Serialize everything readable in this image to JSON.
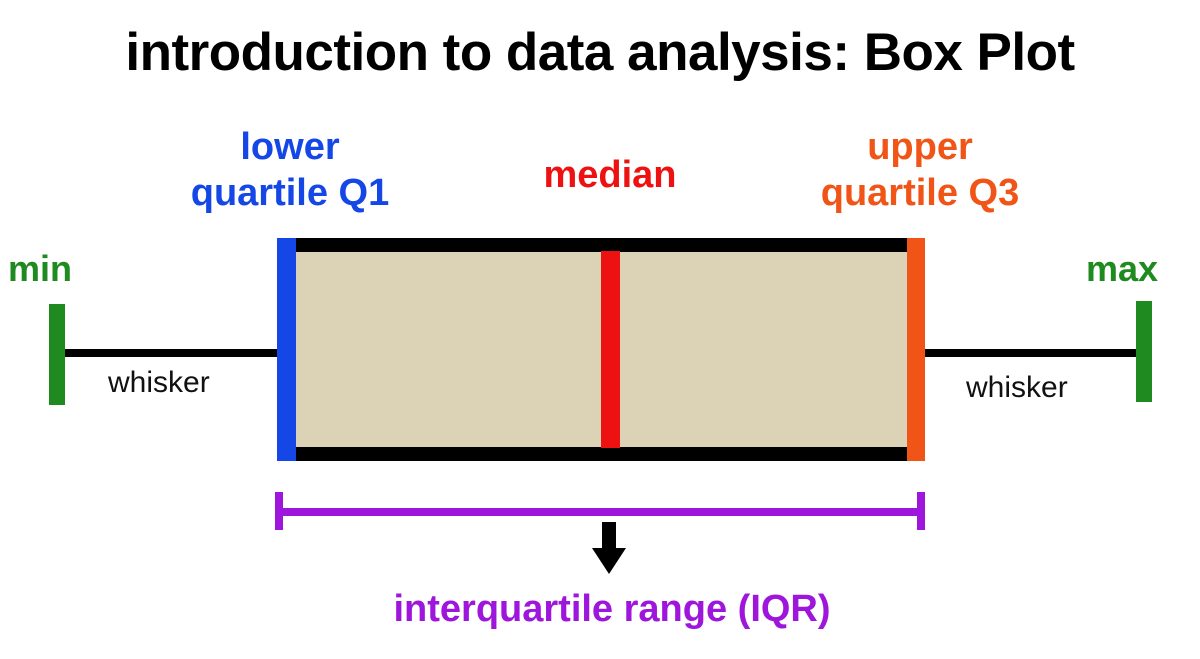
{
  "title": "introduction to data analysis: Box Plot",
  "labels": {
    "q1_line1": "lower",
    "q1_line2": "quartile Q1",
    "median": "median",
    "q3_line1": "upper",
    "q3_line2": "quartile Q3",
    "min": "min",
    "max": "max",
    "whisker_left": "whisker",
    "whisker_right": "whisker",
    "iqr": "interquartile range (IQR)"
  },
  "colors": {
    "q1": "#1447e6",
    "median": "#ee1111",
    "q3": "#f05416",
    "min_max": "#1f8a1f",
    "iqr": "#9e16dc",
    "box_fill": "#dcd3b7",
    "box_border": "#000000",
    "whisker": "#000000"
  },
  "icons": {
    "iqr_arrow": "arrow-down-icon"
  }
}
